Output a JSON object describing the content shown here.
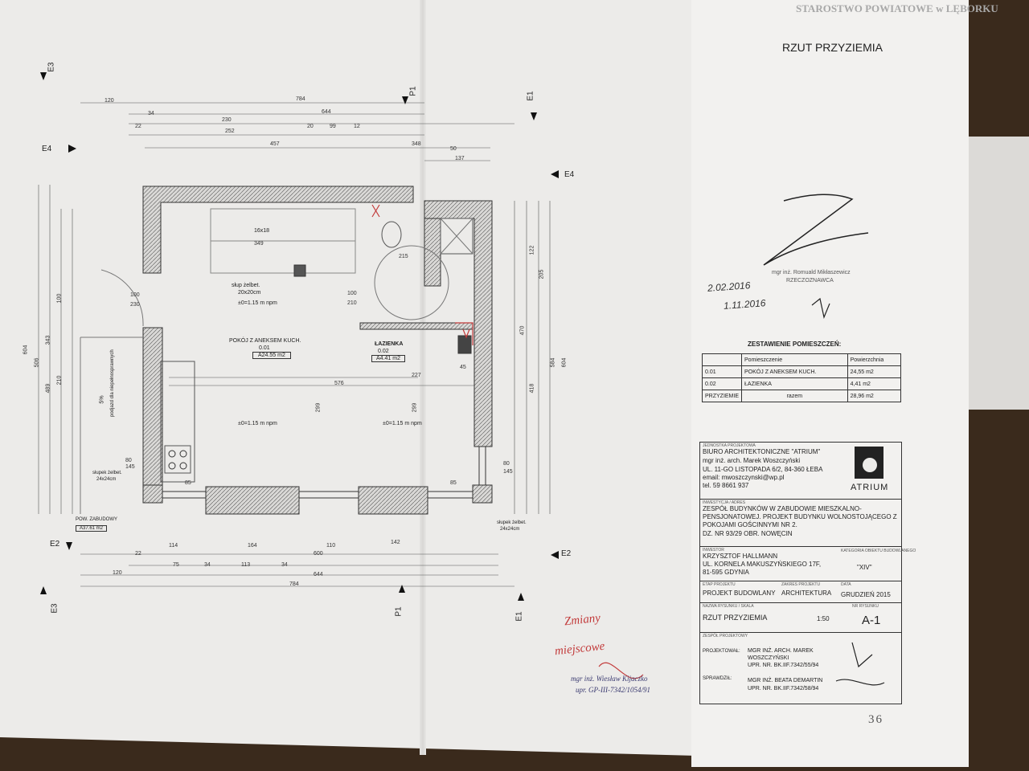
{
  "stamp": "STAROSTWO POWIATOWE w LĘBORKU",
  "sheet_title": "RZUT PRZYZIEMIA",
  "signature_block": {
    "name": "mgr inż. Romuald Mikłaszewicz",
    "role": "RZECZOZNAWCA",
    "date1": "2.02.2016",
    "date2": "1.11.2016"
  },
  "rooms_table": {
    "title": "ZESTAWIENIE POMIESZCZEŃ:",
    "headers": [
      "Pomieszczenie",
      "Powierzchnia"
    ],
    "rows": [
      {
        "no": "0.01",
        "name": "POKÓJ Z ANEKSEM KUCH.",
        "area": "24,55 m2"
      },
      {
        "no": "0.02",
        "name": "ŁAZIENKA",
        "area": "4,41 m2"
      }
    ],
    "total_label": "PRZYZIEMIE",
    "total_sub": "razem",
    "total_area": "28,96 m2"
  },
  "title_block": {
    "unit_label": "JEDNOSTKA PROJEKTOWA",
    "firm": "BIURO ARCHITEKTONICZNE \"ATRIUM\"",
    "firm_owner": "mgr inż. arch. Marek Woszczyński",
    "firm_address": "UL. 11-GO LISTOPADA 6/2, 84-360 ŁEBA",
    "firm_email": "email: mwoszczynski@wp.pl",
    "firm_phone": "tel. 59 8661 937",
    "logo_text": "ATRIUM",
    "investment_label": "INWESTYCJA / ADRES",
    "investment": "ZESPÓŁ BUDYNKÓW W ZABUDOWIE MIESZKALNO-PENSJONATOWEJ. PROJEKT BUDYNKU WOLNOSTOJĄCEGO Z POKOJAMI GOŚCINNYMI NR 2.",
    "parcel": "DZ. NR 93/29 OBR. NOWĘCIN",
    "investor_label": "INWESTOR",
    "investor_name": "KRZYSZTOF HALLMANN",
    "investor_address": "UL. KORNELA MAKUSZYŃSKIEGO 17F,",
    "investor_city": "81-595 GDYNIA",
    "category_label": "KATEGORIA OBIEKTU BUDOWLANEGO",
    "category": "\"XIV\"",
    "stage_label": "ETAP PROJEKTU",
    "stage": "PROJEKT BUDOWLANY",
    "scope_label": "ZAKRES PROJEKTU",
    "scope": "ARCHITEKTURA",
    "date_label": "DATA",
    "date": "GRUDZIEŃ 2015",
    "drawing_label": "NAZWA RYSUNKU / SKALA",
    "drawing": "RZUT PRZYZIEMIA",
    "scale": "1:50",
    "number_label": "NR RYSUNKU",
    "number": "A-1",
    "team_label": "ZESPÓŁ PROJEKTOWY",
    "designer_label": "PROJEKTOWAŁ:",
    "designer": "MGR INŻ. ARCH. MAREK WOSZCZYŃSKI",
    "designer_lic": "UPR. NR. BK.IIF.7342/55/94",
    "checker_label": "SPRAWDZIŁ:",
    "checker": "MGR INŻ. BEATA DEMARTIN",
    "checker_lic": "UPR. NR. BK.IIF.7342/58/94",
    "page_no": "36"
  },
  "annotations": {
    "changes_line1": "Zmiany",
    "changes_line2": "miejscowe",
    "reviewer": "mgr inż. Wiesław Kijaczko",
    "reviewer_lic": "upr. GP-III-7342/1054/91"
  },
  "plan": {
    "room1_name": "POKÓJ Z ANEKSEM KUCH.",
    "room1_no": "0.01",
    "room1_area": "A24.55 m2",
    "room2_name": "ŁAZIENKA",
    "room2_no": "0.02",
    "room2_area": "A4.41 m2",
    "footprint_label": "POW. ZABUDOWY",
    "footprint_area": "A37.61 m2",
    "column_label": "słup żelbet.",
    "column_size": "20x20cm",
    "post_label": "słupek żelbet.",
    "post_size": "24x24cm",
    "level1": "±0=1.15 m npm",
    "level2": "±0=1.15 m npm",
    "level3": "±0=1.15 m npm",
    "ramp_slope": "5%",
    "ramp_label": "podjazd dla niepełnosprawnych",
    "stair_label": "16x18",
    "dims_top": [
      "120",
      "784",
      "644",
      "230",
      "252",
      "457",
      "348",
      "137",
      "20",
      "99",
      "12",
      "22",
      "34",
      "50"
    ],
    "dims_bottom": [
      "114",
      "164",
      "110",
      "142",
      "600",
      "75",
      "34",
      "113",
      "34",
      "644",
      "784",
      "120",
      "22"
    ],
    "dims_left": [
      "604",
      "506",
      "343",
      "489",
      "210",
      "100"
    ],
    "dims_right": [
      "470",
      "418",
      "604",
      "584",
      "205",
      "122"
    ],
    "dims_inner": [
      "349",
      "576",
      "227",
      "100",
      "230",
      "100",
      "210",
      "299",
      "299",
      "215",
      "80",
      "145",
      "80",
      "145",
      "85",
      "85",
      "45"
    ],
    "sections": [
      "E3",
      "P1",
      "E1",
      "E4",
      "E4",
      "E2",
      "E2",
      "E3",
      "P1",
      "E1"
    ]
  }
}
